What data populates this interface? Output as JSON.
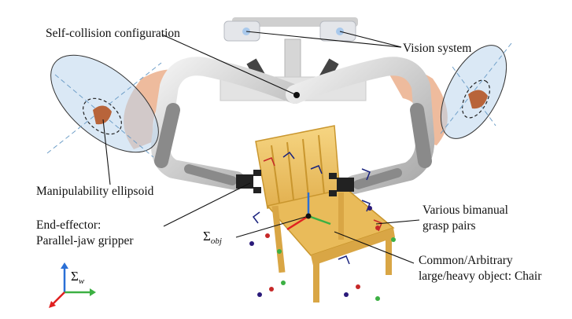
{
  "labels": {
    "self_collision": "Self-collision configuration",
    "vision_system": "Vision system",
    "manipulability_ellipsoid": "Manipulability ellipsoid",
    "end_effector_line1": "End-effector:",
    "end_effector_line2": "Parallel-jaw gripper",
    "grasp_pairs_line1": "Various bimanual",
    "grasp_pairs_line2": "grasp pairs",
    "object_line1": "Common/Arbitrary",
    "object_line2": "large/heavy object: Chair"
  },
  "symbols": {
    "sigma": "Σ",
    "obj_sub": "obj",
    "w_sub": "w"
  },
  "colors": {
    "chair": "#eec463",
    "chair_edge": "#c9962e",
    "robot_arm": "#d9d9d9",
    "robot_joint": "#8a8a8a",
    "human_arm": "#e8a47c",
    "ellipsoid_fill": "#bcd6ec",
    "ellipsoid_edge": "#6f9fc8",
    "axis_x": "#e02020",
    "axis_y": "#3cb043",
    "axis_z": "#2a6fd6"
  }
}
